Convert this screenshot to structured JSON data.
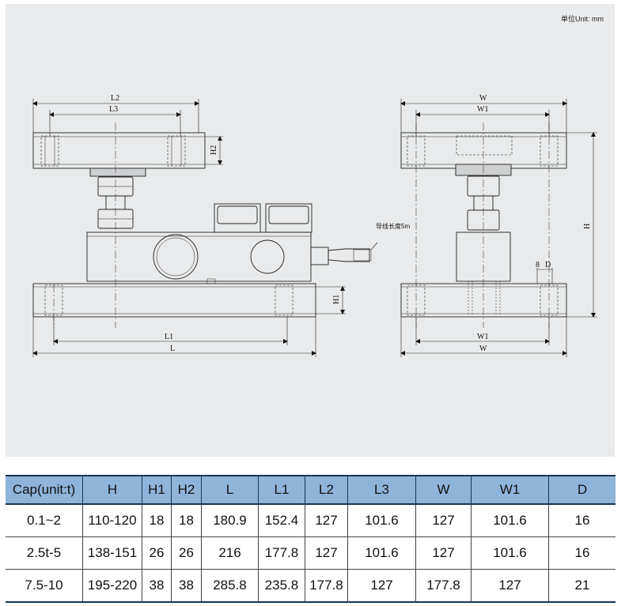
{
  "unit_note": "单位Unit: mm",
  "drawing": {
    "dims": {
      "L2": "L2",
      "L3": "L3",
      "H2": "H2",
      "H1": "H1",
      "L1": "L1",
      "L": "L",
      "W": "W",
      "W1": "W1",
      "H": "H",
      "eight": "8",
      "D": "D"
    },
    "cable_note": "导线长度5m"
  },
  "table": {
    "headers": [
      "Cap(unit:t)",
      "H",
      "H1",
      "H2",
      "L",
      "L1",
      "L2",
      "L3",
      "W",
      "W1",
      "D"
    ],
    "rows": [
      [
        "0.1~2",
        "110-120",
        "18",
        "18",
        "180.9",
        "152.4",
        "127",
        "101.6",
        "127",
        "101.6",
        "16"
      ],
      [
        "2.5t-5",
        "138-151",
        "26",
        "26",
        "216",
        "177.8",
        "127",
        "101.6",
        "127",
        "101.6",
        "16"
      ],
      [
        "7.5-10",
        "195-220",
        "38",
        "38",
        "285.8",
        "235.8",
        "177.8",
        "127",
        "177.8",
        "127",
        "21"
      ]
    ]
  },
  "colors": {
    "header_bg": "#8fb3d9",
    "drawing_bg": "#e9eaeb"
  }
}
